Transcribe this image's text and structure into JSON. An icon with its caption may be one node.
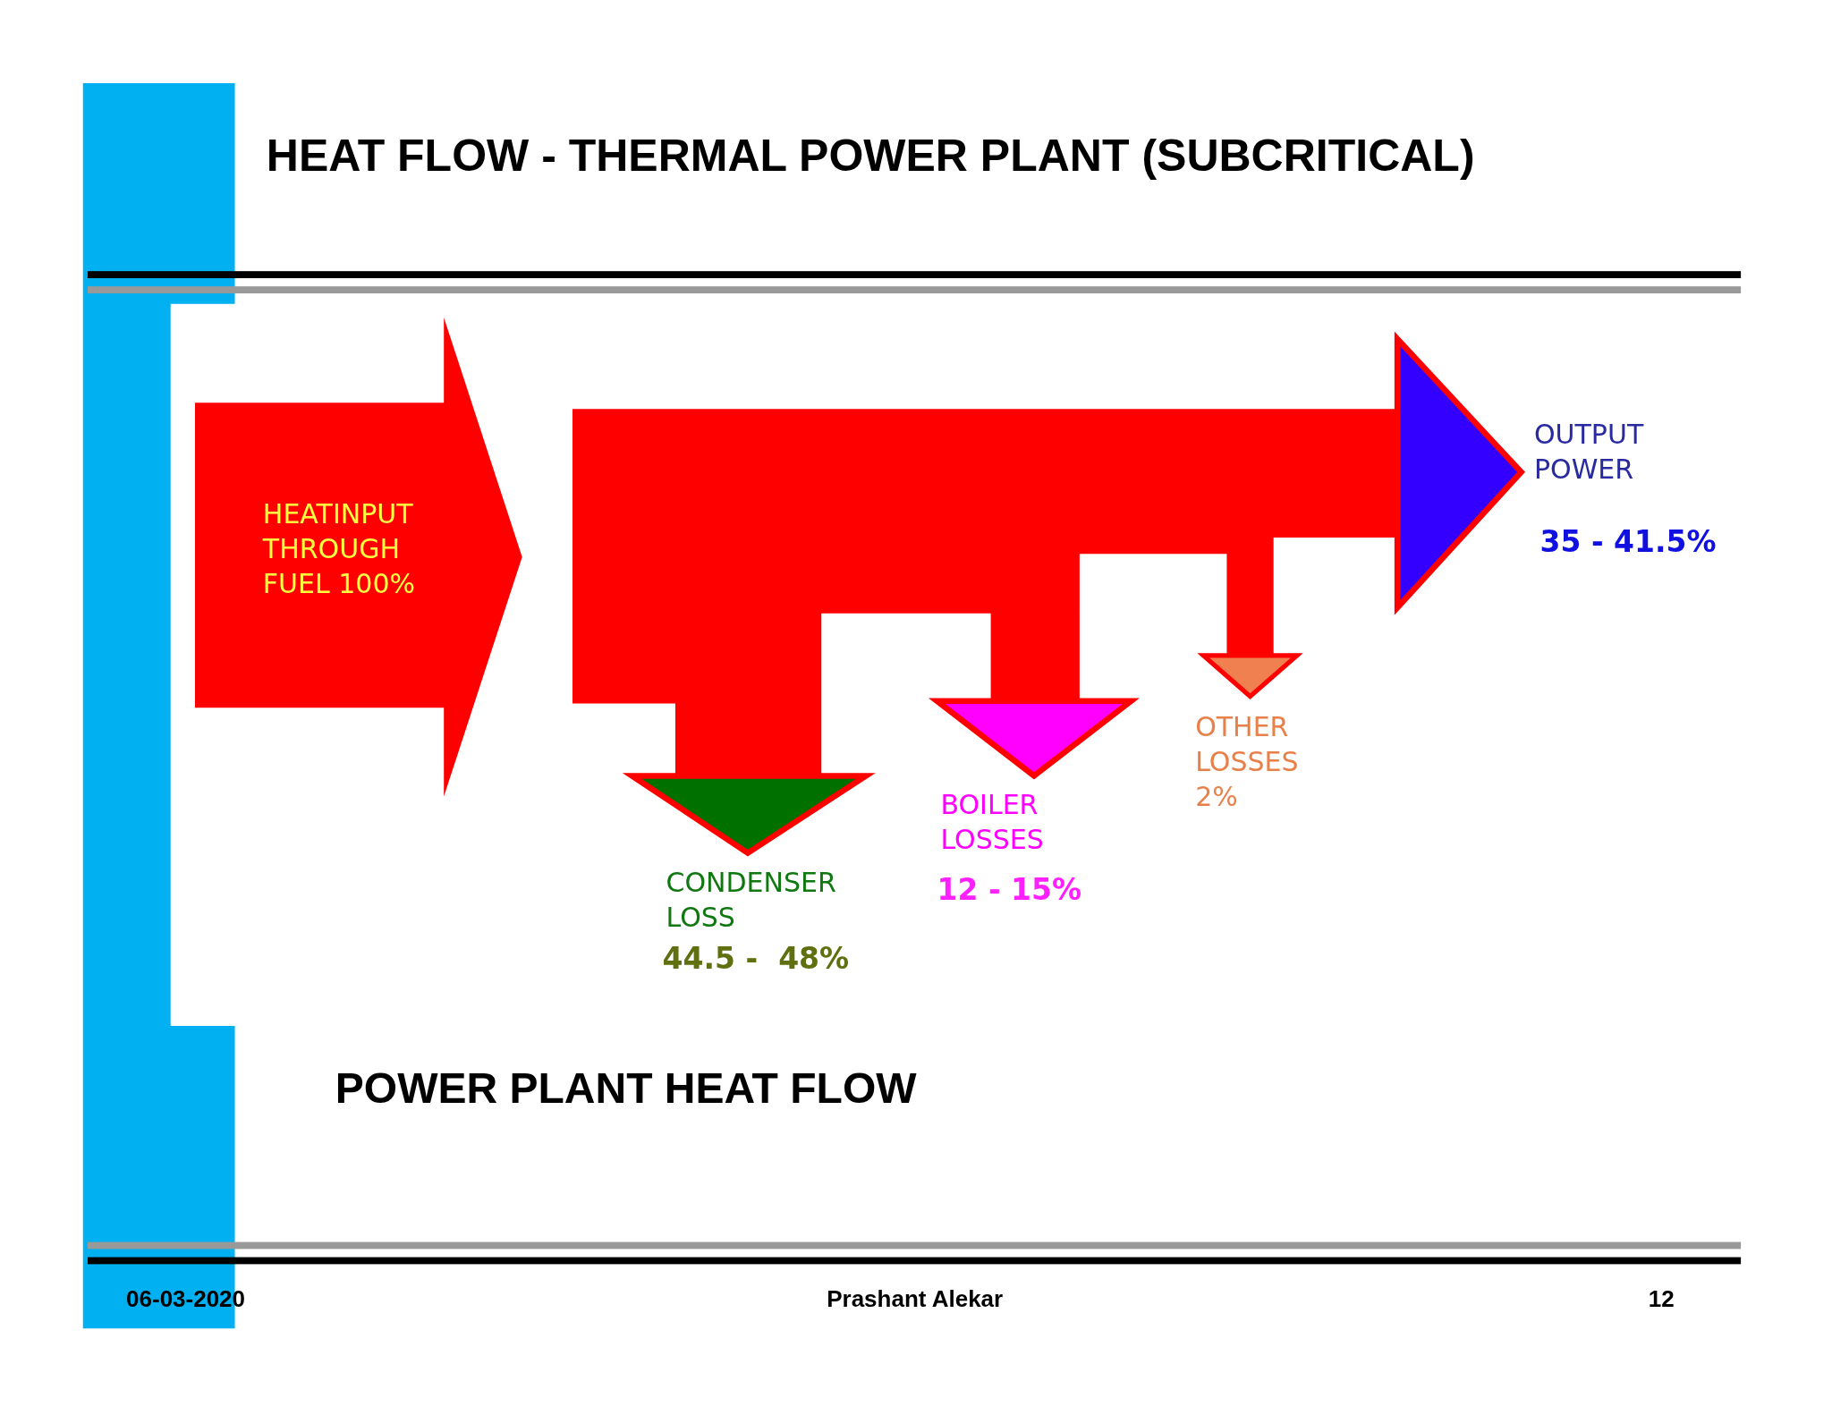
{
  "diagram": {
    "title": "HEAT FLOW - THERMAL POWER PLANT (SUBCRITICAL)",
    "caption": "POWER PLANT HEAT FLOW",
    "nodes": [
      {
        "text": [
          "HEATINPUT THROUGH FUEL 100%"
        ]
      }
    ],
    "labels": [
      "OUTPUT POWER",
      "35 - 41.5%",
      "OTHER LOSSES 2%",
      "BOILER LOSSES",
      "CONDENSER LOSS",
      "12 - 15%",
      "44.5 -  48%",
      "06-03-2020",
      "Prashant Alekar",
      "12"
    ]
  }
}
